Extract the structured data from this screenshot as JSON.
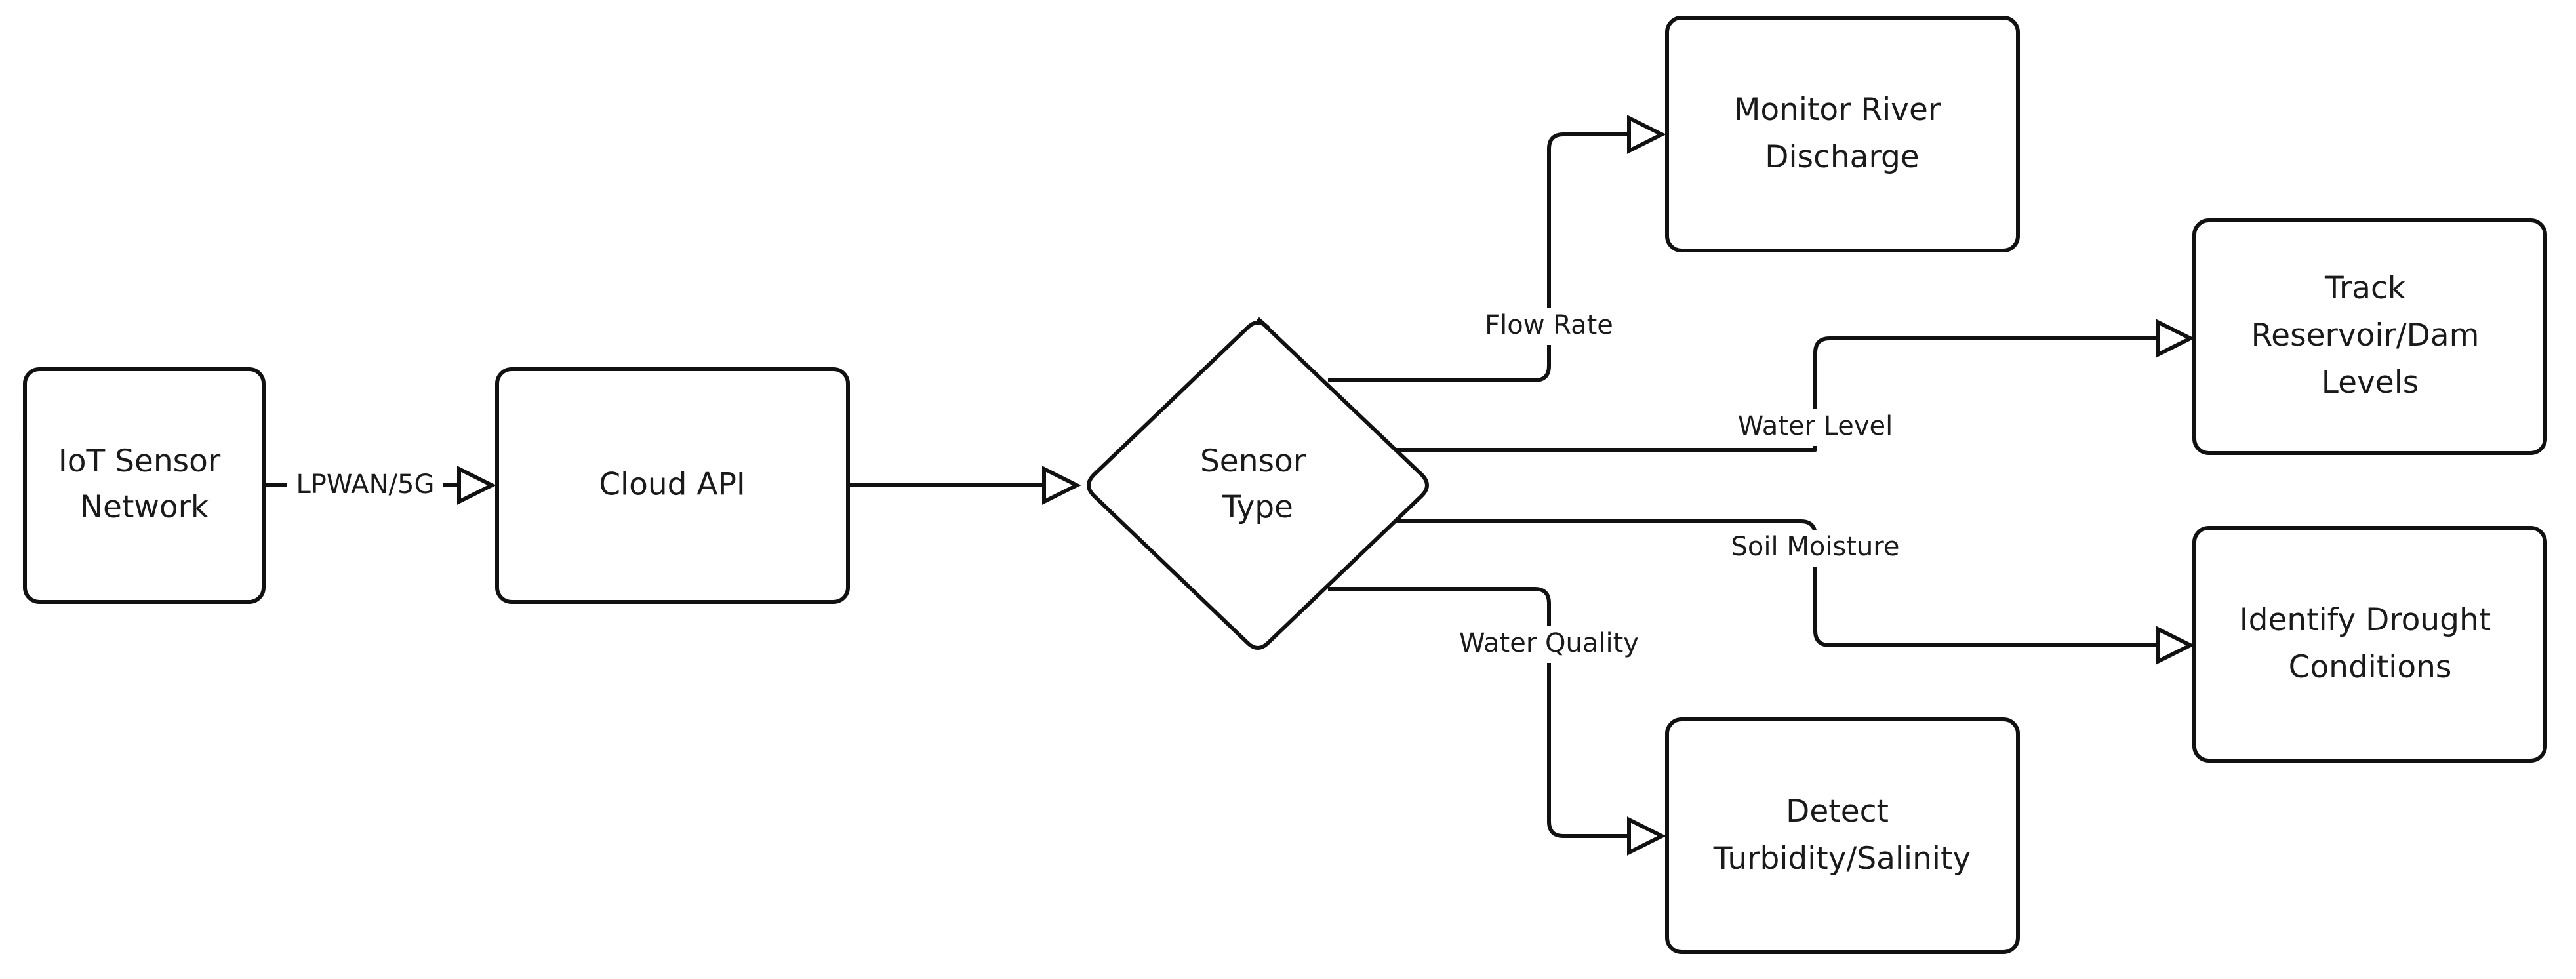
{
  "nodes": {
    "iot_sensor_network": {
      "lines": [
        "IoT Sensor",
        "Network"
      ]
    },
    "cloud_api": {
      "lines": [
        "Cloud API"
      ]
    },
    "sensor_type": {
      "lines": [
        "Sensor",
        "Type"
      ]
    },
    "monitor_river_discharge": {
      "lines": [
        "Monitor River",
        "Discharge"
      ]
    },
    "track_reservoir_levels": {
      "lines": [
        "Track",
        "Reservoir/Dam",
        "Levels"
      ]
    },
    "identify_drought_conditions": {
      "lines": [
        "Identify Drought",
        "Conditions"
      ]
    },
    "detect_turbidity_salinity": {
      "lines": [
        "Detect",
        "Turbidity/Salinity"
      ]
    }
  },
  "edges": {
    "iot_to_cloud": {
      "label": "LPWAN/5G"
    },
    "cloud_to_sensor": {
      "label": ""
    },
    "flow_rate": {
      "label": "Flow Rate"
    },
    "water_level": {
      "label": "Water Level"
    },
    "soil_moisture": {
      "label": "Soil Moisture"
    },
    "water_quality": {
      "label": "Water Quality"
    }
  },
  "colors": {
    "stroke": "#111111",
    "fill": "#ffffff",
    "text": "#1a1a1a"
  }
}
